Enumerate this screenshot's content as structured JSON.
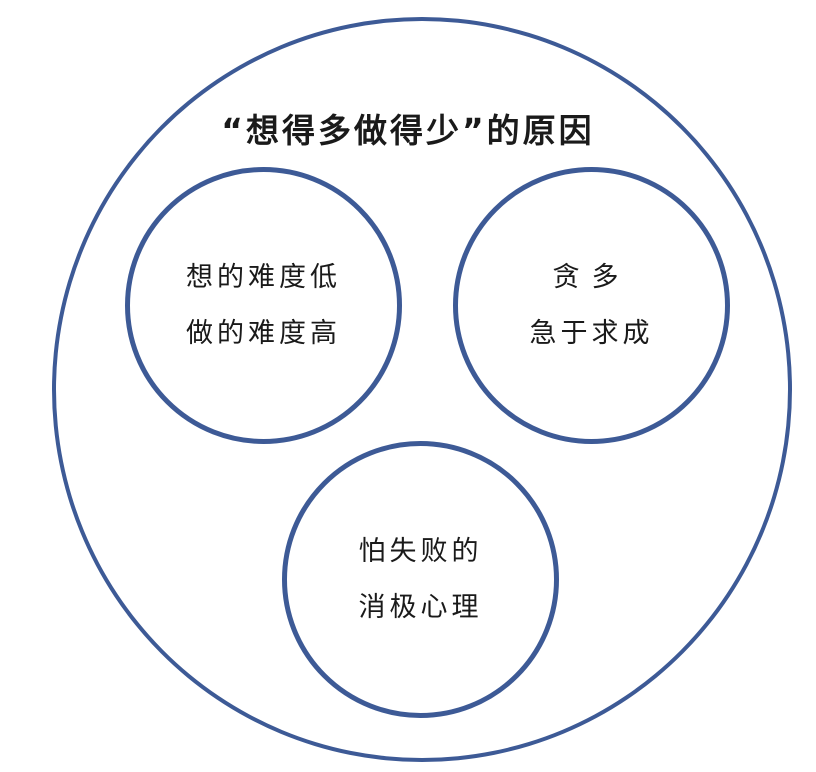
{
  "diagram": {
    "title": "“想得多做得少”的原因",
    "circles": [
      {
        "lines": [
          "想的难度低",
          "做的难度高"
        ]
      },
      {
        "lines": [
          "贪多",
          "急于求成"
        ]
      },
      {
        "lines": [
          "怕失败的",
          "消极心理"
        ]
      }
    ],
    "colors": {
      "stroke": "#3d5a96",
      "text": "#1a1a1a",
      "background": "#ffffff"
    }
  }
}
